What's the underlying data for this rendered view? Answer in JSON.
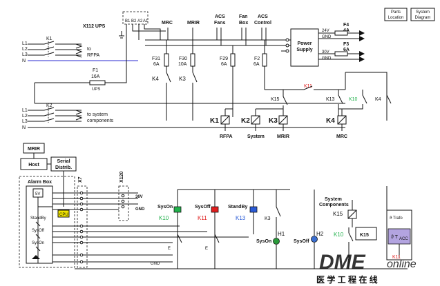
{
  "nav": {
    "parts_location": [
      "Parts",
      "Location"
    ],
    "system_diagram": [
      "System",
      "Diagram"
    ]
  },
  "ups": {
    "title": "X112 UPS",
    "terminals": [
      "B1",
      "B2",
      "A2",
      "A1"
    ]
  },
  "top_labels": {
    "mrc": "MRC",
    "mrir": "MRIR",
    "acs_fans": [
      "ACS",
      "Fans"
    ],
    "fan_box": [
      "Fan",
      "Box"
    ],
    "acs_control": [
      "ACS",
      "Control"
    ]
  },
  "mains": {
    "k1": "K1",
    "k2": "K2",
    "l1": "L1",
    "l2": "L2",
    "l3": "L3",
    "n": "N",
    "to_rfpa": [
      "to",
      "RFPA"
    ],
    "to_system": [
      "to system",
      "components"
    ]
  },
  "fuses": {
    "f1": [
      "F1",
      "16A"
    ],
    "ups": "UPS",
    "f31": [
      "F31",
      "6A"
    ],
    "f30": [
      "F30",
      "10A"
    ],
    "f29": [
      "F29",
      "6A"
    ],
    "f2": [
      "F2",
      "6A"
    ],
    "f4": [
      "F4",
      "4A"
    ],
    "f3": [
      "F3",
      "6A"
    ]
  },
  "contacts": {
    "k4": "K4",
    "k3": "K3",
    "k11": "K11",
    "k15": "K15",
    "k13": "K13",
    "k10": "K10",
    "k4b": "K4"
  },
  "power_supply": {
    "label": [
      "Power",
      "Supply"
    ],
    "v24": "24V",
    "gnd1": "GND",
    "v30": "30V",
    "gnd2": "GND"
  },
  "coils": {
    "k1": "K1",
    "k2": "K2",
    "k3": "K3",
    "k4": "K4"
  },
  "coil_labels": {
    "rfpa": "RFPA",
    "system": "System",
    "mrir": "MRIR",
    "mrc": "MRC"
  },
  "host": {
    "mrir": "MRIR",
    "host": "Host",
    "serial": [
      "Serial",
      "Distrib."
    ]
  },
  "alarm_box": {
    "title": "Alarm Box",
    "v5": "5V",
    "standby": "StandBy",
    "sysoff": "SysOff",
    "syson": "SysOn",
    "cpu": "CPU"
  },
  "connectors": {
    "x7": "X7",
    "x120": "X120",
    "v36": "36V",
    "gnd": "GND",
    "gnd_bottom": "GND"
  },
  "buttons": {
    "syson": "SysOn",
    "syson_k": "K10",
    "syson_color": "#22b14c",
    "sysoff": "SysOff",
    "sysoff_k": "K11",
    "sysoff_color": "#e01e1e",
    "standby": "StandBy",
    "standby_k": "K13",
    "standby_color": "#2a5bd7"
  },
  "lower": {
    "k3": "K3",
    "h1": "H1",
    "syson_lamp": "SysOn",
    "h2": "H2",
    "sysoff_lamp": "SysOff",
    "system_components": [
      "System",
      "Components"
    ],
    "k15": "K15",
    "k10": "K10",
    "k15b": "K15",
    "k11": "K11",
    "e1": "E",
    "e2": "E"
  },
  "trafo": {
    "label": "ϑ Trafo",
    "tacc": "ϑ T",
    "acc": "ACC"
  },
  "colors": {
    "green": "#22b14c",
    "red": "#e01e1e",
    "blue": "#2a5bd7",
    "yellow": "#f2e600",
    "lamp_green": "#2a9a3a",
    "lamp_blue": "#3b6fd1",
    "tacc_bg": "#b3a4e0"
  },
  "watermark": {
    "brand_a": "DME",
    "brand_b": "online",
    "cn": "医 学 工 程 在 线"
  }
}
